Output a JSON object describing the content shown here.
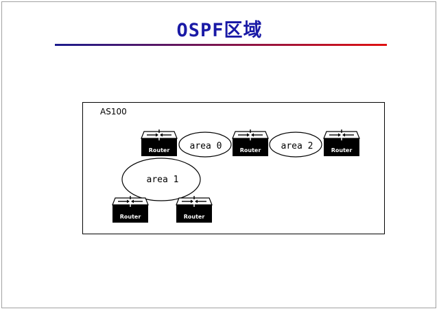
{
  "slide": {
    "title": "OSPF区域",
    "title_rule_colors": [
      "#1a1a8c",
      "#e01010"
    ]
  },
  "diagram": {
    "as_label": "AS100",
    "areas": [
      {
        "id": "area0",
        "label": "area 0"
      },
      {
        "id": "area2",
        "label": "area 2"
      },
      {
        "id": "area1",
        "label": "area 1"
      }
    ],
    "routers": [
      {
        "id": "r1",
        "label": "Router",
        "icon": "router-icon"
      },
      {
        "id": "r2",
        "label": "Router",
        "icon": "router-icon"
      },
      {
        "id": "r3",
        "label": "Router",
        "icon": "router-icon"
      },
      {
        "id": "r4",
        "label": "Router",
        "icon": "router-icon"
      },
      {
        "id": "r5",
        "label": "Router",
        "icon": "router-icon"
      }
    ]
  }
}
